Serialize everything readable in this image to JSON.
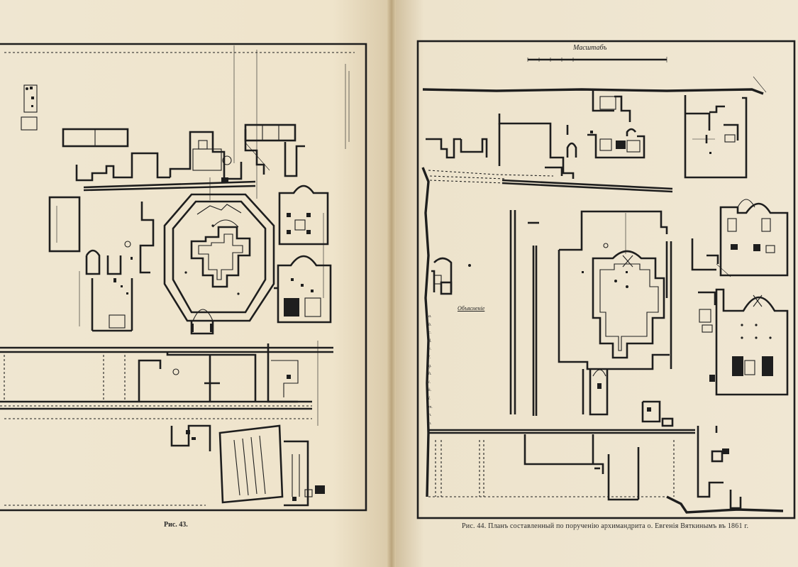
{
  "captions": {
    "left": "Рис. 43.",
    "right": "Рис. 44. Планъ составленный по порученію архимандрита о. Евгенія Вяткинымъ въ 1861 г."
  },
  "right_plan": {
    "scale_label": "Масштабъ",
    "legend_title": "Объясненіе",
    "legend": [
      "а.",
      "b.",
      "с.",
      "d.",
      "е.",
      "f.",
      "g.",
      "h.",
      "i.",
      "k.",
      "l.",
      "m.",
      "n.",
      "o."
    ]
  },
  "colors": {
    "paper": "#efe6d1",
    "ink": "#1e1e1e",
    "gutter": "#b9a47d"
  }
}
